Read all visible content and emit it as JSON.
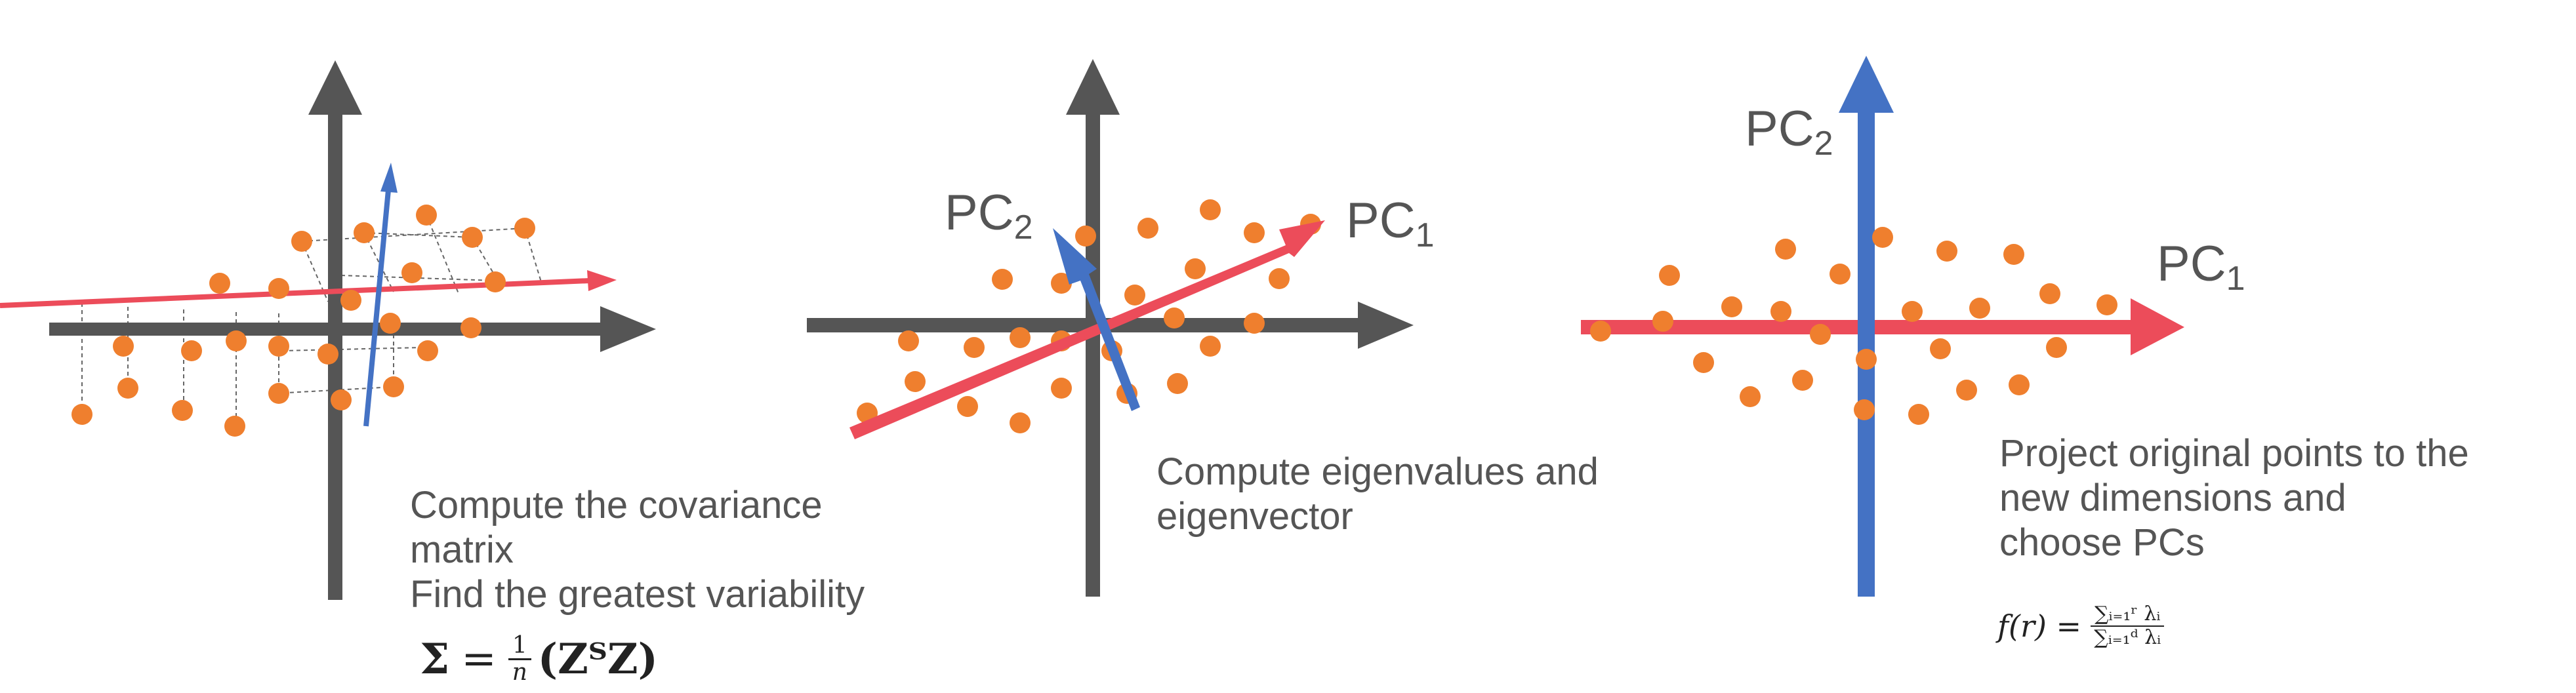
{
  "colors": {
    "axis": "#555555",
    "point": "#ef7f2e",
    "pc1": "#ec4c5a",
    "pc2": "#4472c4",
    "dash": "#666666"
  },
  "panel1": {
    "caption_lines": [
      "Compute the covariance",
      "matrix",
      "Find the greatest variability"
    ],
    "formula": {
      "lhs": "Σ",
      "eq": "=",
      "frac_num": "1",
      "frac_den": "n",
      "rhs": "(ZᵀZ)"
    }
  },
  "panel2": {
    "pc1_label": "PC",
    "pc1_sub": "1",
    "pc2_label": "PC",
    "pc2_sub": "2",
    "caption_lines": [
      "Compute eigenvalues and",
      "eigenvector"
    ]
  },
  "panel3": {
    "pc1_label": "PC",
    "pc1_sub": "1",
    "pc2_label": "PC",
    "pc2_sub": "2",
    "caption_lines": [
      "Project original points to the",
      "new dimensions and",
      "choose PCs"
    ],
    "formula": {
      "lhs": "f(r) =",
      "num": "∑ᵢ₌₁ʳ λᵢ",
      "den": "∑ᵢ₌₁ᵈ λᵢ"
    }
  }
}
